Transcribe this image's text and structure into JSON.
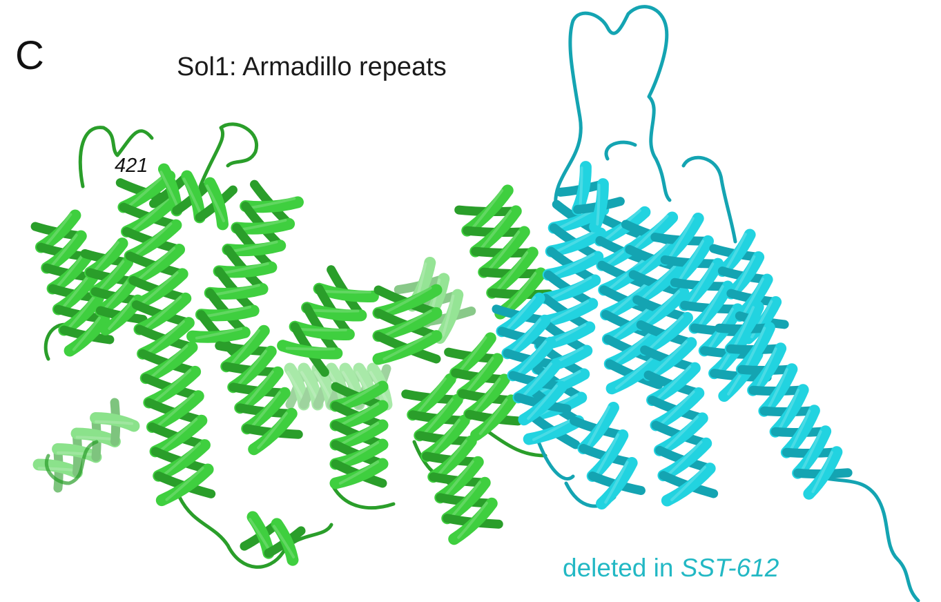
{
  "panel_letter": "C",
  "title": "Sol1: Armadillo repeats",
  "residue_label": "421",
  "caption": {
    "prefix": "deleted in",
    "italic": "SST-612"
  },
  "colors": {
    "armadillo_domain": "#3fcf3f",
    "armadillo_dark": "#2a9e2a",
    "deleted_region": "#22d3e0",
    "deleted_dark": "#14a4b2",
    "caption_text": "#22b8c4"
  },
  "regions": [
    {
      "name": "armadillo-repeats",
      "color": "#3fcf3f"
    },
    {
      "name": "deleted-region",
      "color": "#22d3e0"
    }
  ]
}
